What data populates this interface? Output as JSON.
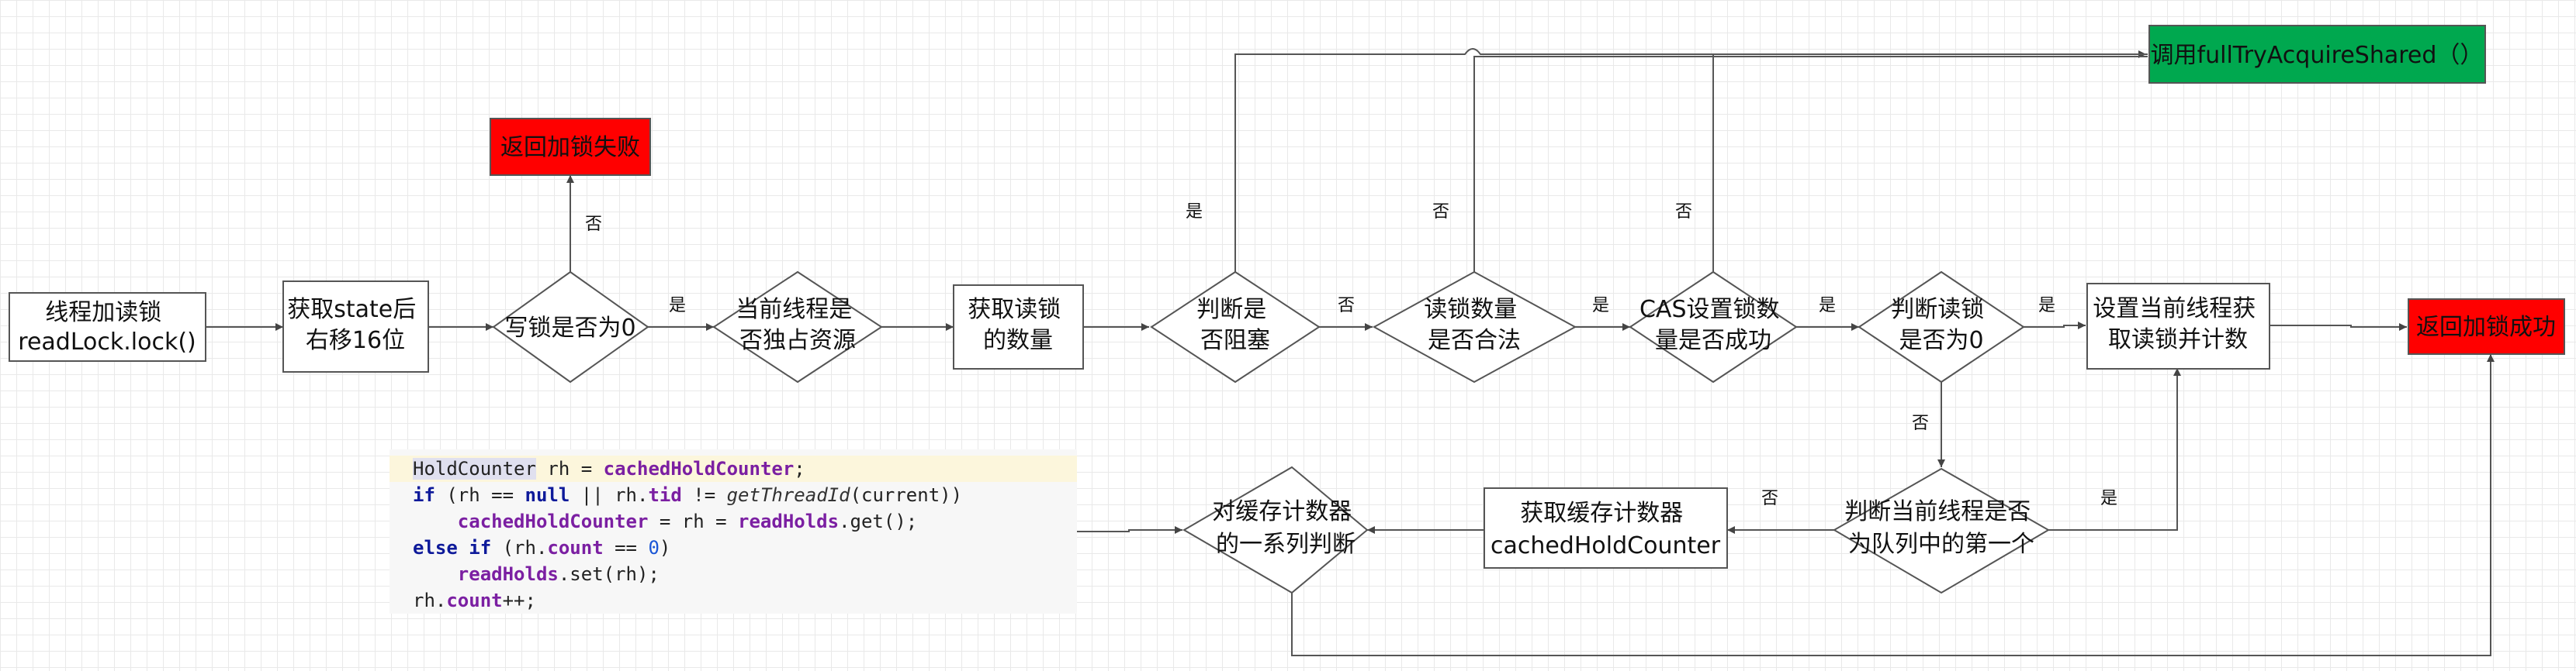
{
  "nodes": {
    "start": [
      "线程加读锁",
      "readLock.lock()"
    ],
    "shift": [
      "获取state后",
      "右移16位"
    ],
    "write_lock_zero": [
      "写锁是否为0"
    ],
    "fail": [
      "返回加锁失败"
    ],
    "exclusive": [
      "当前线程是",
      "否独占资源"
    ],
    "read_count": [
      "获取读锁",
      "的数量"
    ],
    "blocked": [
      "判断是",
      "否阻塞"
    ],
    "count_legal": [
      "读锁数量",
      "是否合法"
    ],
    "cas": [
      "CAS设置锁数",
      "量是否成功"
    ],
    "read_zero": [
      "判断读锁",
      "是否为0"
    ],
    "set_first": [
      "设置当前线程获",
      "取读锁并计数"
    ],
    "success": [
      "返回加锁成功"
    ],
    "full_try": [
      "调用fullTryAcquireShared（）"
    ],
    "first_in_queue": [
      "判断当前线程是否",
      "为队列中的第一个"
    ],
    "get_cache": [
      "获取缓存计数器",
      "cachedHoldCounter"
    ],
    "cache_judge": [
      "对缓存计数器",
      "的一系列判断"
    ]
  },
  "edge_labels": {
    "write_no": "否",
    "write_yes": "是",
    "blocked_yes": "是",
    "blocked_no": "否",
    "legal_no": "否",
    "legal_yes": "是",
    "cas_no": "否",
    "cas_yes": "是",
    "zero_yes": "是",
    "zero_no": "否",
    "queue_no": "否",
    "queue_yes": "是"
  },
  "colors": {
    "red": "#ff0000",
    "green": "#00a84f",
    "stroke": "#555555"
  },
  "code": {
    "l1_cls": "HoldCounter",
    "l1_var": " rh = ",
    "l1_fld": "cachedHoldCounter",
    "l1_end": ";",
    "l2_if": "if",
    "l2_a": " (rh == ",
    "l2_null": "null",
    "l2_b": " || rh.",
    "l2_tid": "tid",
    "l2_c": " != ",
    "l2_m": "getThreadId",
    "l2_d": "(current))",
    "l3_indent": "    ",
    "l3_fld": "cachedHoldCounter",
    "l3_a": " = rh = ",
    "l3_fld2": "readHolds",
    "l3_b": ".get();",
    "l4_else": "else if",
    "l4_a": " (rh.",
    "l4_cnt": "count",
    "l4_b": " == ",
    "l4_num": "0",
    "l4_c": ")",
    "l5_indent": "    ",
    "l5_fld": "readHolds",
    "l5_a": ".set(rh);",
    "l6_a": "rh.",
    "l6_cnt": "count",
    "l6_b": "++;"
  }
}
